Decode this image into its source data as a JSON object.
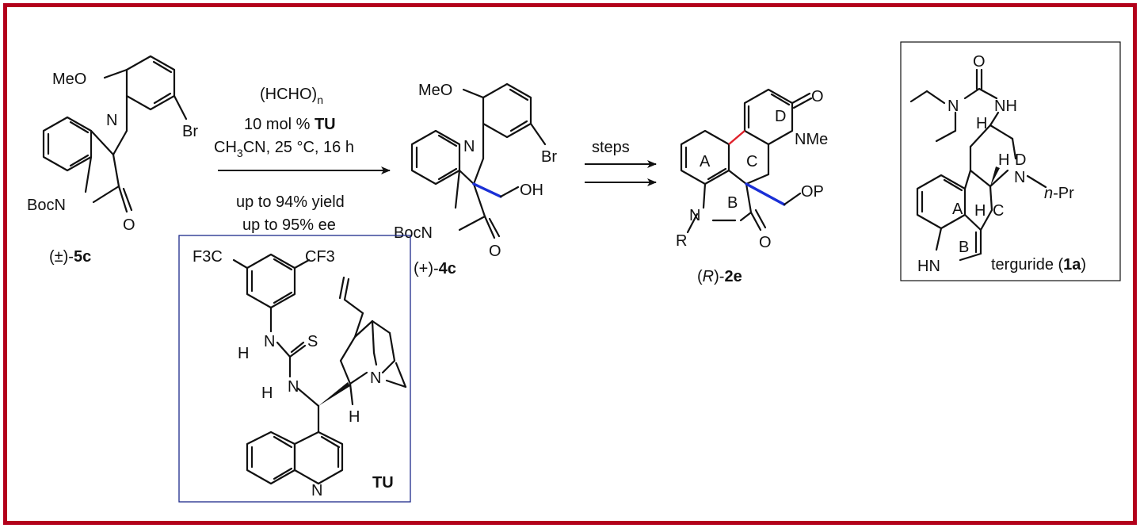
{
  "colors": {
    "frame": "#b3001b",
    "new_bond": "#1a2fd6",
    "formed_bond": "#e0202a",
    "tu_box": "#1c2a8a"
  },
  "reactant": {
    "label_prefix": "(±)-",
    "label_bold": "5c",
    "atoms": {
      "meo": "MeO",
      "n": "N",
      "br": "Br",
      "bocn": "BocN",
      "o": "O"
    }
  },
  "conditions": {
    "line1": "(HCHO)",
    "line1_sub": "n",
    "line2_prefix": "10 mol % ",
    "line2_bold": "TU",
    "line3_a": "CH",
    "line3_sub": "3",
    "line3_b": "CN, 25 °C, 16 h",
    "line4": "up to 94% yield",
    "line5": "up to 95% ee"
  },
  "product": {
    "label_prefix": "(+)-",
    "label_bold": "4c",
    "atoms": {
      "meo": "MeO",
      "n": "N",
      "br": "Br",
      "bocn": "BocN",
      "o": "O",
      "oh": "OH"
    }
  },
  "steps_label": "steps",
  "target": {
    "label_open": "(",
    "label_italic": "R",
    "label_close": ")-",
    "label_bold": "2e",
    "atoms": {
      "o_top": "O",
      "nme": "NMe",
      "op": "OP",
      "n": "N",
      "r": "R",
      "o": "O"
    },
    "rings": {
      "a": "A",
      "b": "B",
      "c": "C",
      "d": "D"
    }
  },
  "catalyst": {
    "label": "TU",
    "atoms": {
      "f3c": "F3C",
      "cf3": "CF3",
      "h1": "H",
      "n1": "N",
      "s": "S",
      "h2": "H",
      "n2": "N",
      "n3": "N",
      "h3": "H",
      "nq": "N"
    }
  },
  "terguride": {
    "label_text": "terguride (",
    "label_bold": "1a",
    "label_close": ")",
    "atoms": {
      "o": "O",
      "n_amide": "N",
      "nh": "NH",
      "h1": "H",
      "h2": "H",
      "n_ring": "N",
      "n_pr": "n",
      "pr": "-Pr",
      "h3": "H",
      "hn": "HN"
    },
    "rings": {
      "a": "A",
      "b": "B",
      "c": "C",
      "d": "D"
    }
  }
}
